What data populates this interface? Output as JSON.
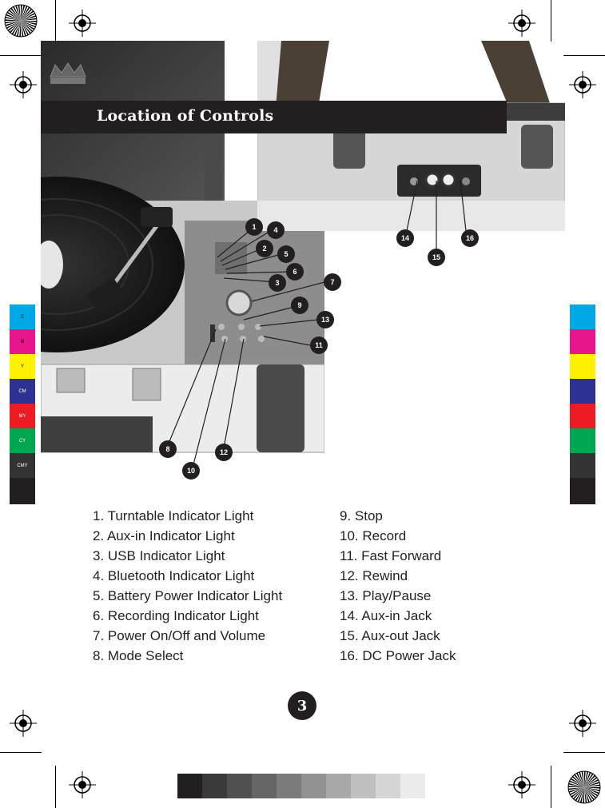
{
  "section_title": "Location of Controls",
  "color_bar_labels": [
    "C",
    "M",
    "Y",
    "CM",
    "MY",
    "CY",
    "CMY",
    ""
  ],
  "color_bar_colors": [
    "#00a8e6",
    "#e8168c",
    "#fff200",
    "#2e3192",
    "#ed1c24",
    "#00a651",
    "#333333",
    "#231f20"
  ],
  "gray_scale_colors": [
    "#231f20",
    "#3a3a3a",
    "#505050",
    "#666666",
    "#7b7b7b",
    "#929292",
    "#a8a8a8",
    "#bfbfbf",
    "#d5d5d5",
    "#ececec"
  ],
  "callouts": [
    "1",
    "2",
    "3",
    "4",
    "5",
    "6",
    "7",
    "8",
    "9",
    "10",
    "11",
    "12",
    "13",
    "14",
    "15",
    "16"
  ],
  "legend": [
    "1. Turntable Indicator Light",
    "2. Aux-in Indicator Light",
    "3. USB Indicator Light",
    "4. Bluetooth Indicator Light",
    "5. Battery Power Indicator Light",
    "6. Recording Indicator Light",
    "7. Power On/Off and Volume",
    "8. Mode Select",
    "9. Stop",
    "10. Record",
    "11. Fast Forward",
    "12. Rewind",
    "13. Play/Pause",
    "14. Aux-in Jack",
    "15. Aux-out Jack",
    "16. DC Power Jack"
  ],
  "page_number": "3"
}
